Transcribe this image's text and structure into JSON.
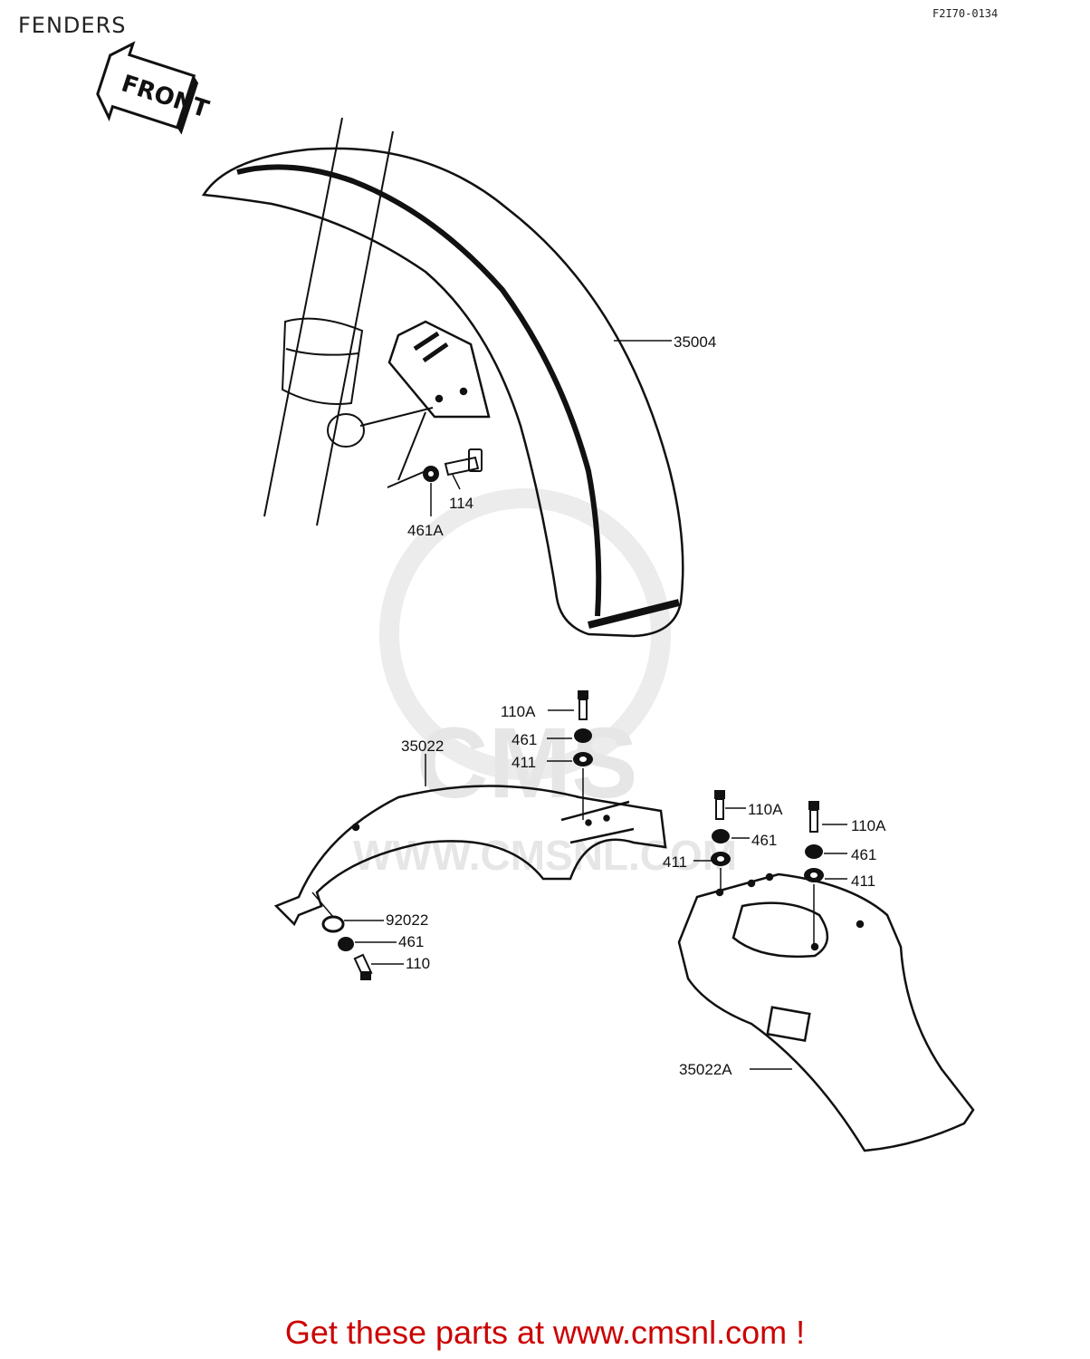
{
  "header": {
    "title": "FENDERS",
    "diagram_code": "F2I70-0134"
  },
  "front_arrow": {
    "label": "FRONT"
  },
  "watermark": {
    "text": "CMS",
    "url": "WWW.CMSNL.COM"
  },
  "parts": {
    "front_fender": "35004",
    "bolt_front": "114",
    "nut_front": "461A",
    "rear_fender": "35022",
    "rear_fender_b": "35022A",
    "bolt_110a_1": "110A",
    "nut_461_1": "461",
    "washer_411_1": "411",
    "bolt_110a_2": "110A",
    "nut_461_2": "461",
    "washer_411_2": "411",
    "bolt_110a_3": "110A",
    "nut_461_3": "461",
    "washer_411_3": "411",
    "collar_92022": "92022",
    "nut_461_4": "461",
    "bolt_110": "110"
  },
  "footer": {
    "text": "Get these parts at www.cmsnl.com !"
  },
  "colors": {
    "footer": "#cc0000",
    "line": "#111111",
    "watermark": "#e6e6e6"
  }
}
